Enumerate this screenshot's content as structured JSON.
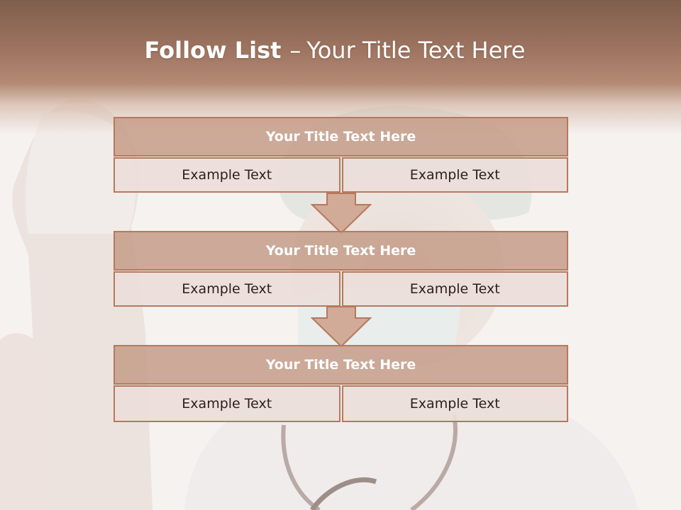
{
  "title": {
    "bold": "Follow List",
    "separator": "–",
    "rest": "Your Title Text Here"
  },
  "blocks": [
    {
      "title": "Your Title Text Here",
      "left": "Example Text",
      "right": "Example Text"
    },
    {
      "title": "Your Title Text Here",
      "left": "Example Text",
      "right": "Example Text"
    },
    {
      "title": "Your Title Text Here",
      "left": "Example Text",
      "right": "Example Text"
    }
  ],
  "colors": {
    "header": "#9c735f",
    "block_title_fill": "#c69e8b",
    "cell_fill": "#ecdeda",
    "border": "#b5795d",
    "arrow_fill": "#d2aa98"
  }
}
